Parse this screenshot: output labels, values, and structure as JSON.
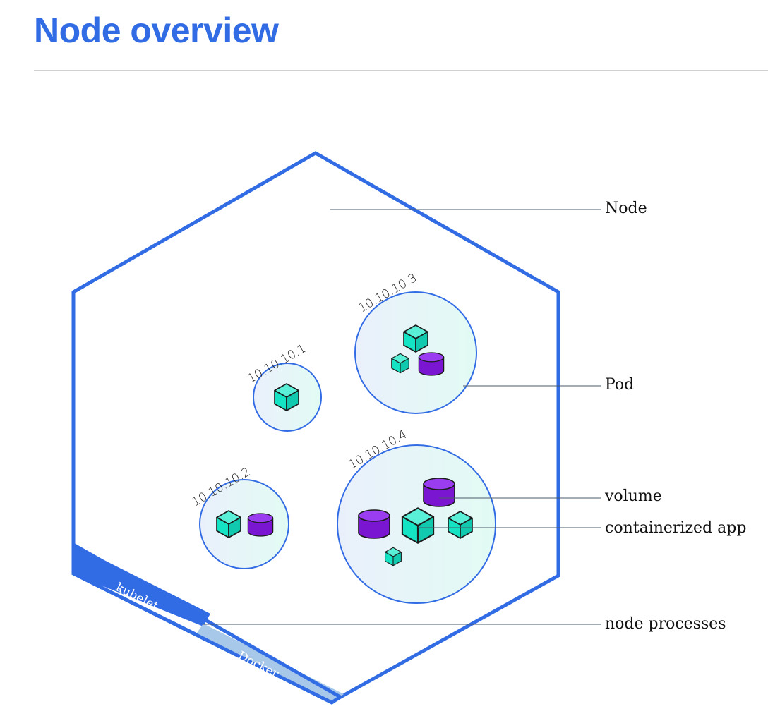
{
  "title": "Node overview",
  "colors": {
    "accent": "#326ce5",
    "container": "#14e3c4",
    "volume": "#8a1ee0",
    "pod_fill": "#e8f6fb",
    "docker_band": "#a8c8ea"
  },
  "pods": {
    "pod1": {
      "ip": "10.10.10.1"
    },
    "pod2": {
      "ip": "10.10.10.2"
    },
    "pod3": {
      "ip": "10.10.10.3"
    },
    "pod4": {
      "ip": "10.10.10.4"
    }
  },
  "callouts": {
    "node": "Node",
    "pod": "Pod",
    "volume": "volume",
    "containerized_app": "containerized app",
    "node_processes": "node processes"
  },
  "processes": {
    "kubelet": "kubelet",
    "docker": "Docker"
  },
  "icons": [
    "container-cube-icon",
    "volume-cylinder-icon"
  ]
}
